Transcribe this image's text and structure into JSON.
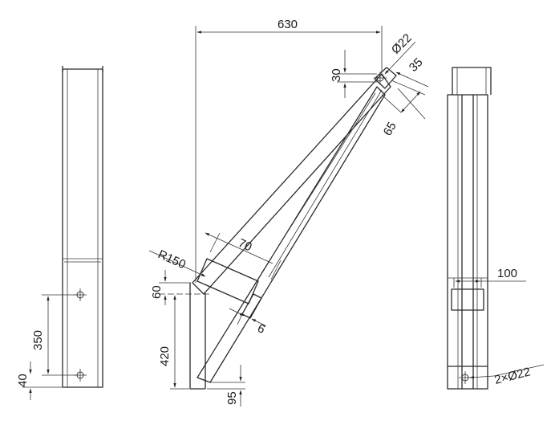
{
  "dimensions": {
    "d630": "630",
    "d_phi22": "Ø22",
    "d30": "30",
    "d35": "35",
    "d65": "65",
    "d_r150": "R150",
    "d70": "70",
    "d60": "60",
    "d6": "6",
    "d420": "420",
    "d95": "95",
    "d350": "350",
    "d40": "40",
    "d100": "100",
    "d_2phi22": "2×Ø22"
  }
}
